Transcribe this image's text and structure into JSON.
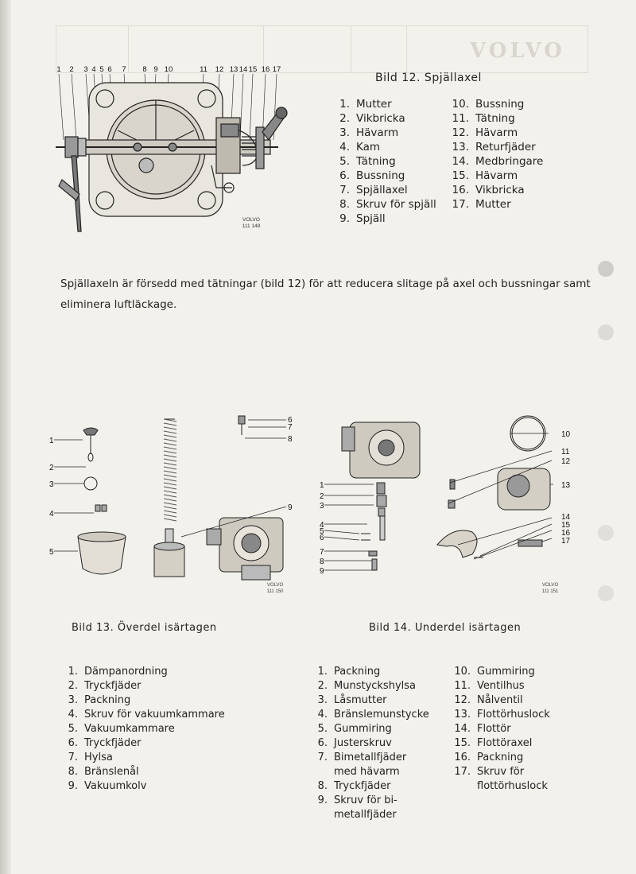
{
  "figure12": {
    "title": "Bild 12. Spjällaxel",
    "callouts": [
      "1",
      "2",
      "3",
      "4",
      "5",
      "6",
      "7",
      "8",
      "9",
      "10",
      "11",
      "12",
      "13",
      "14",
      "15",
      "16",
      "17"
    ],
    "stamp": [
      "VOLVO",
      "111 149"
    ],
    "parts": [
      {
        "n": "1.",
        "label": "Mutter"
      },
      {
        "n": "2.",
        "label": "Vikbricka"
      },
      {
        "n": "3.",
        "label": "Hävarm"
      },
      {
        "n": "4.",
        "label": "Kam"
      },
      {
        "n": "5.",
        "label": "Tätning"
      },
      {
        "n": "6.",
        "label": "Bussning"
      },
      {
        "n": "7.",
        "label": "Spjällaxel"
      },
      {
        "n": "8.",
        "label": "Skruv för spjäll"
      },
      {
        "n": "9.",
        "label": "Spjäll"
      },
      {
        "n": "10.",
        "label": "Bussning"
      },
      {
        "n": "11.",
        "label": "Tätning"
      },
      {
        "n": "12.",
        "label": "Hävarm"
      },
      {
        "n": "13.",
        "label": "Returfjäder"
      },
      {
        "n": "14.",
        "label": "Medbringare"
      },
      {
        "n": "15.",
        "label": "Hävarm"
      },
      {
        "n": "16.",
        "label": "Vikbricka"
      },
      {
        "n": "17.",
        "label": "Mutter"
      }
    ]
  },
  "paragraph": "Spjällaxeln är försedd med tätningar (bild 12) för att reducera slitage på axel och bussningar samt eliminera luftläckage.",
  "figure13": {
    "caption": "Bild 13. Överdel isärtagen",
    "callouts": [
      "1",
      "2",
      "3",
      "4",
      "5",
      "6",
      "7",
      "8",
      "9"
    ],
    "stamp": [
      "VOLVO",
      "111 150"
    ],
    "parts": [
      {
        "n": "1.",
        "label": "Dämpanordning"
      },
      {
        "n": "2.",
        "label": "Tryckfjäder"
      },
      {
        "n": "3.",
        "label": "Packning"
      },
      {
        "n": "4.",
        "label": "Skruv för vakuumkammare"
      },
      {
        "n": "5.",
        "label": "Vakuumkammare"
      },
      {
        "n": "6.",
        "label": "Tryckfjäder"
      },
      {
        "n": "7.",
        "label": "Hylsa"
      },
      {
        "n": "8.",
        "label": "Bränslenål"
      },
      {
        "n": "9.",
        "label": "Vakuumkolv"
      }
    ]
  },
  "figure14": {
    "caption": "Bild 14. Underdel isärtagen",
    "callouts": [
      "1",
      "2",
      "3",
      "4",
      "5",
      "6",
      "7",
      "8",
      "9",
      "10",
      "11",
      "12",
      "13",
      "14",
      "15",
      "16",
      "17"
    ],
    "stamp": [
      "VOLVO",
      "111 151"
    ],
    "parts_a": [
      {
        "n": "1.",
        "label": "Packning"
      },
      {
        "n": "2.",
        "label": "Munstyckshylsa"
      },
      {
        "n": "3.",
        "label": "Låsmutter"
      },
      {
        "n": "4.",
        "label": "Bränslemunstycke"
      },
      {
        "n": "5.",
        "label": "Gummiring"
      },
      {
        "n": "6.",
        "label": "Justerskruv"
      },
      {
        "n": "7.",
        "label": "Bimetallfjäder",
        "cont": "med hävarm"
      },
      {
        "n": "8.",
        "label": "Tryckfjäder"
      },
      {
        "n": "9.",
        "label": "Skruv för bi-",
        "cont": "metallfjäder"
      }
    ],
    "parts_b": [
      {
        "n": "10.",
        "label": "Gummiring"
      },
      {
        "n": "11.",
        "label": "Ventilhus"
      },
      {
        "n": "12.",
        "label": "Nålventil"
      },
      {
        "n": "13.",
        "label": "Flottörhuslock"
      },
      {
        "n": "14.",
        "label": "Flottör"
      },
      {
        "n": "15.",
        "label": "Flottöraxel"
      },
      {
        "n": "16.",
        "label": "Packning"
      },
      {
        "n": "17.",
        "label": "Skruv för",
        "cont": "flottörhuslock"
      }
    ]
  },
  "header_ghost": {
    "logo": "VOLVO"
  }
}
